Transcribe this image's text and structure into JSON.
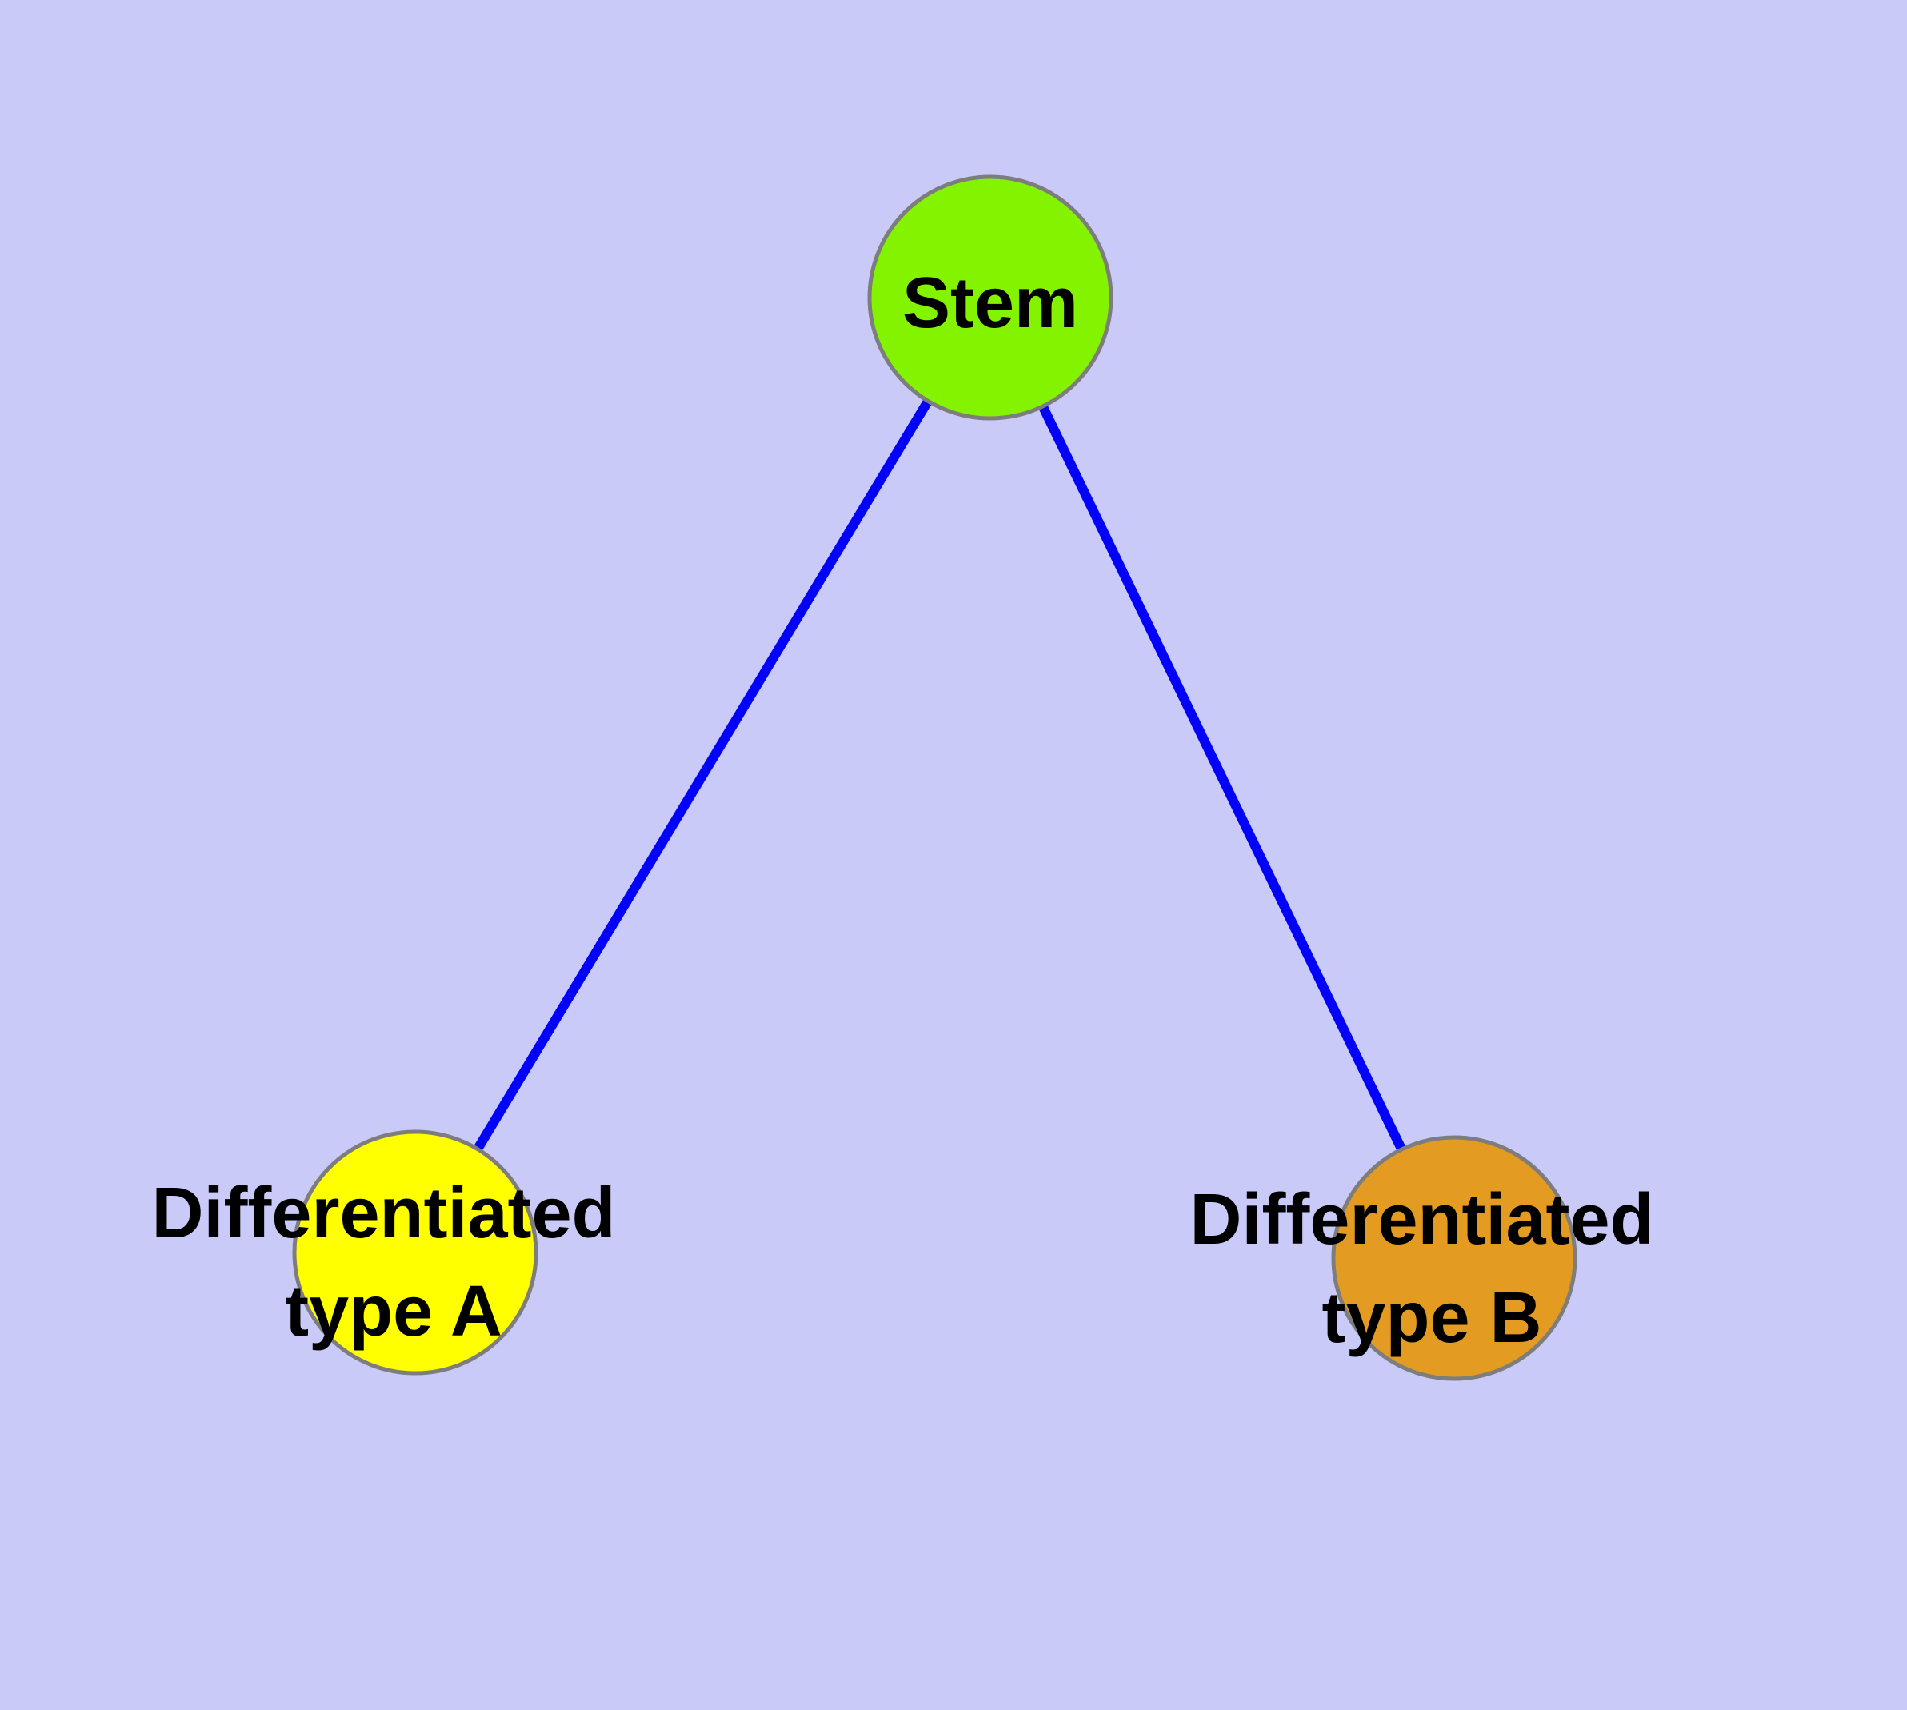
{
  "diagram": {
    "description": "Stem cell differentiation tree diagram",
    "background_color": "#cacaf8",
    "edge_color": "#0202fa",
    "node_border_color": "#7d7d7d",
    "label_color": "#000000",
    "nodes": {
      "stem": {
        "label": "Stem",
        "fill": "#84f300"
      },
      "type_a": {
        "label_line1": "Differentiated",
        "label_line2": "type A",
        "fill": "#ffff00"
      },
      "type_b": {
        "label_line1": "Differentiated",
        "label_line2": "type B",
        "fill": "#e39b21"
      }
    },
    "edges": [
      {
        "from": "Stem",
        "to": "Differentiated type A"
      },
      {
        "from": "Stem",
        "to": "Differentiated type B"
      }
    ]
  }
}
